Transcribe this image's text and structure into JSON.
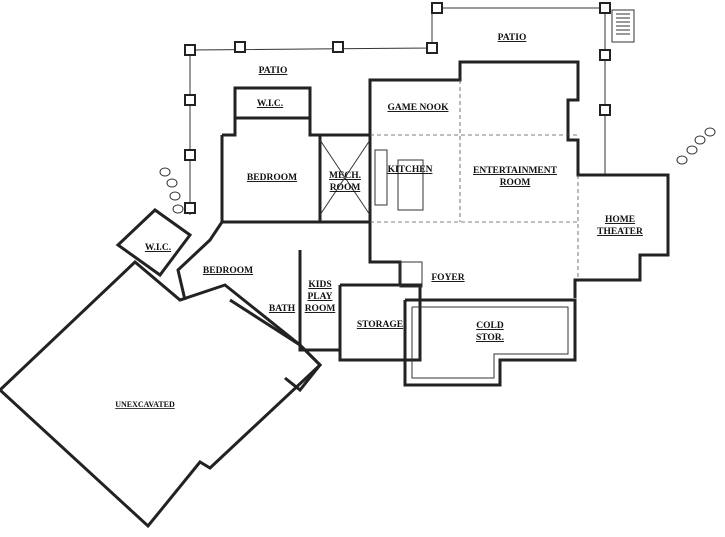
{
  "rooms": {
    "patio_top": "PATIO",
    "patio_left": "PATIO",
    "wic_upper": "W.I.C.",
    "game_nook": "GAME NOOK",
    "bedroom_upper": "BEDROOM",
    "mech_room_1": "MECH.",
    "mech_room_2": "ROOM",
    "kitchen": "KITCHEN",
    "entertainment_1": "ENTERTAINMENT",
    "entertainment_2": "ROOM",
    "home_theater_1": "HOME",
    "home_theater_2": "THEATER",
    "wic_lower": "W.I.C.",
    "bedroom_lower": "BEDROOM",
    "kids_1": "KIDS",
    "kids_2": "PLAY",
    "kids_3": "ROOM",
    "foyer": "FOYER",
    "bath": "BATH",
    "storage": "STORAGE",
    "cold_1": "COLD",
    "cold_2": "STOR.",
    "unexcavated": "UNEXCAVATED"
  }
}
